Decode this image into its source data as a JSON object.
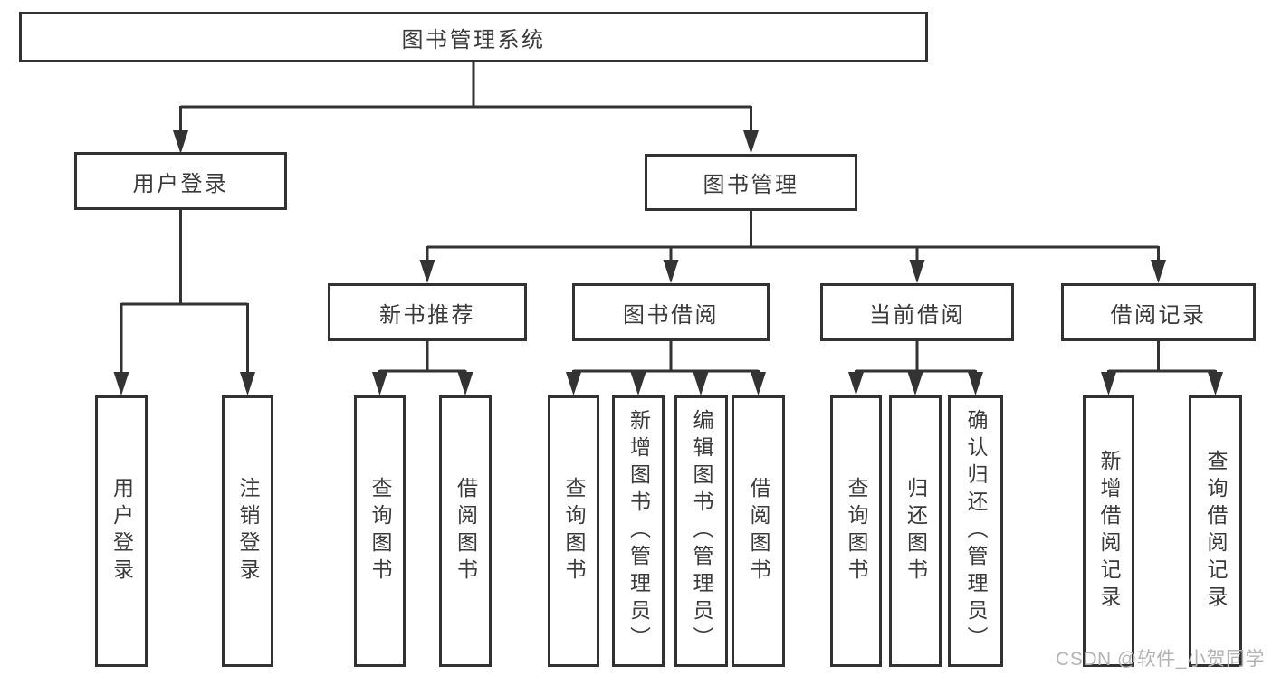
{
  "diagram": {
    "root": {
      "label": "图书管理系统"
    },
    "branches": [
      {
        "label": "用户登录",
        "leaves": [
          {
            "label": "用户登录"
          },
          {
            "label": "注销登录"
          }
        ]
      },
      {
        "label": "图书管理",
        "groups": [
          {
            "label": "新书推荐",
            "leaves": [
              {
                "label": "查询图书"
              },
              {
                "label": "借阅图书"
              }
            ]
          },
          {
            "label": "图书借阅",
            "leaves": [
              {
                "label": "查询图书"
              },
              {
                "label": "新增图书（管理员）"
              },
              {
                "label": "编辑图书（管理员）"
              },
              {
                "label": "借阅图书"
              }
            ]
          },
          {
            "label": "当前借阅",
            "leaves": [
              {
                "label": "查询图书"
              },
              {
                "label": "归还图书"
              },
              {
                "label": "确认归还（管理员）"
              }
            ]
          },
          {
            "label": "借阅记录",
            "leaves": [
              {
                "label": "新增借阅记录"
              },
              {
                "label": "查询借阅记录"
              }
            ]
          }
        ]
      }
    ]
  },
  "watermark": {
    "text": "CSDN @软件_小贺同学"
  },
  "colors": {
    "line": "#333333",
    "box_border": "#323232",
    "text": "#3a3a3a",
    "background": "#ffffff",
    "watermark": "#b3b3b3"
  }
}
